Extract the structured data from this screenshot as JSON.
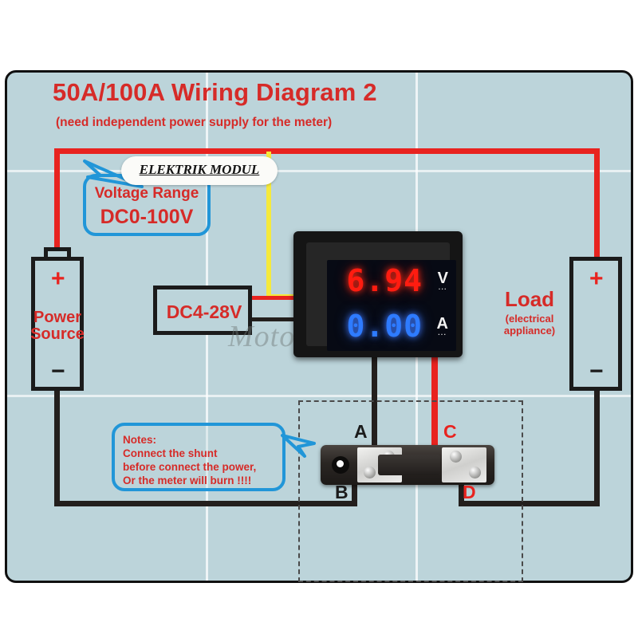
{
  "title": "50A/100A Wiring Diagram 2",
  "subtitle": "(need independent power supply for the meter)",
  "watermarks": {
    "badge": "ELEKTRIK MODUL",
    "diagonal": "Moto"
  },
  "callouts": {
    "voltage_range": {
      "line1": "Voltage Range",
      "line2": "DC0-100V"
    },
    "notes": {
      "line1": "Notes:",
      "line2": "Connect the shunt",
      "line3": "before connect the power,",
      "line4": "Or the meter will burn !!!!"
    }
  },
  "power_source": {
    "label_line1": "Power",
    "label_line2": "Source",
    "plus": "+",
    "minus": "−"
  },
  "load": {
    "label": "Load",
    "sublabel": "(electrical appliance)",
    "plus": "+",
    "minus": "−"
  },
  "supply_box": {
    "label": "DC4-28V"
  },
  "meter": {
    "voltage_value": "6.94",
    "voltage_unit": "V",
    "current_value": "0.00",
    "current_unit": "A",
    "unit_dots": "···"
  },
  "shunt": {
    "terminal_a": "A",
    "terminal_b": "B",
    "terminal_c": "C",
    "terminal_d": "D"
  },
  "colors": {
    "panel_background": "#bcd4da",
    "red_text": "#d62b28",
    "red_wire": "#e8231f",
    "black_wire": "#231f1d",
    "yellow_wire": "#f5e93c",
    "callout_border": "#2196d8",
    "display_red": "#ff1c10",
    "display_blue": "#2e7bff"
  }
}
